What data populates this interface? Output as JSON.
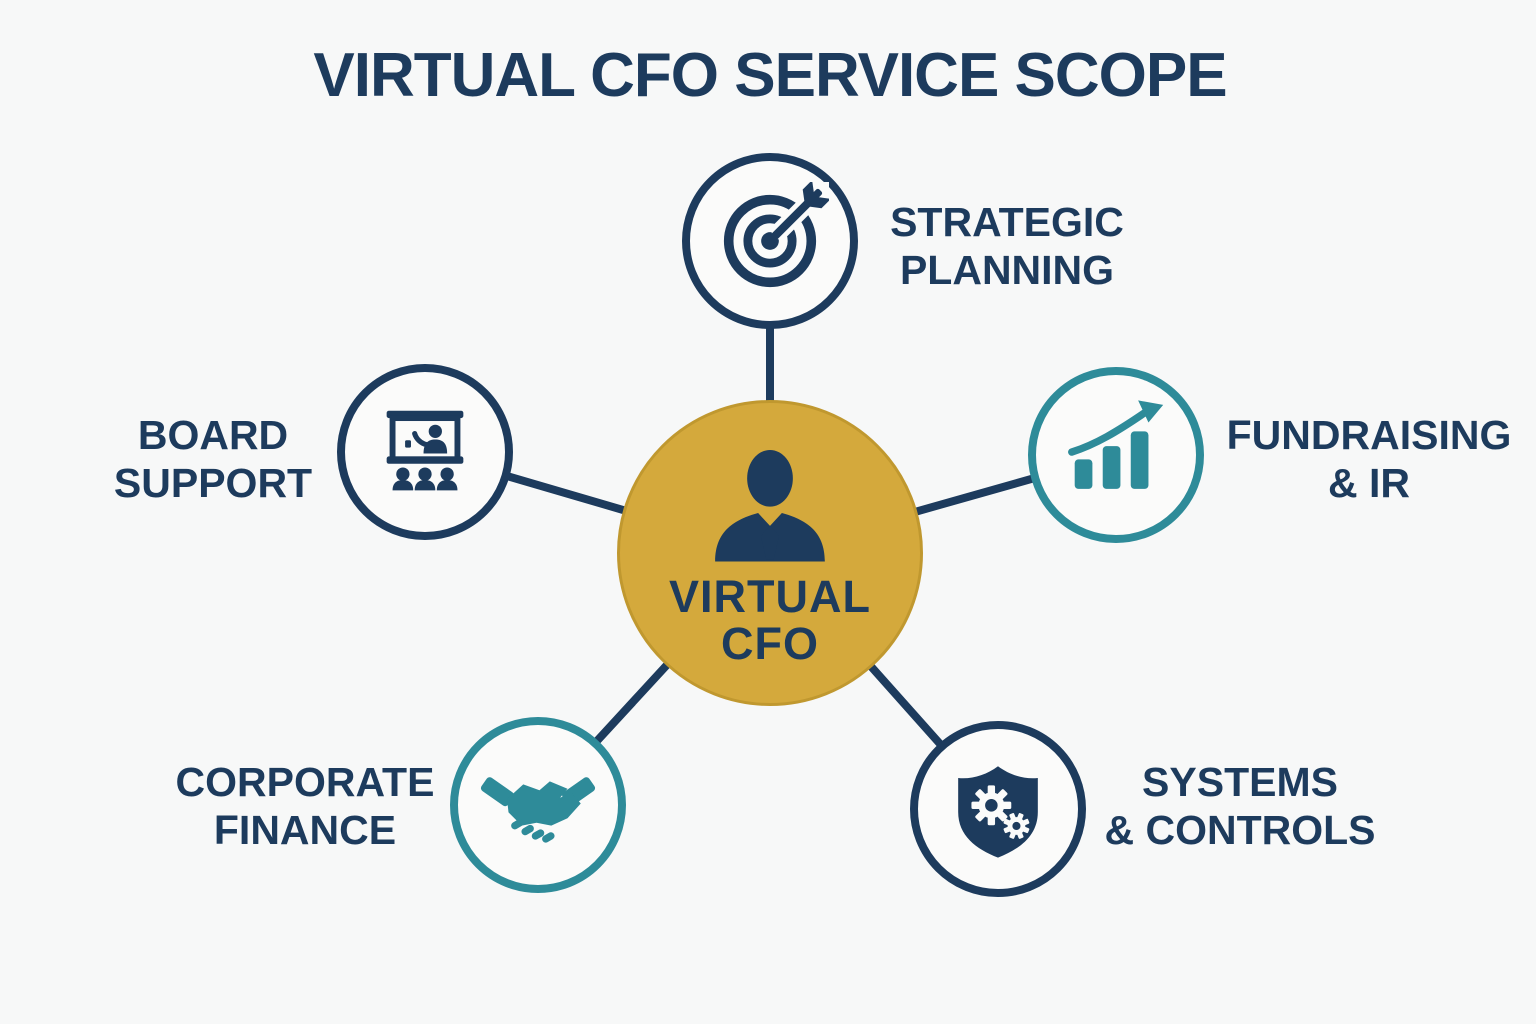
{
  "title": "VIRTUAL CFO SERVICE SCOPE",
  "hub": {
    "line1": "VIRTUAL",
    "line2": "CFO",
    "icon": "businessman-icon"
  },
  "nodes": {
    "strategic": {
      "line1": "STRATEGIC",
      "line2": "PLANNING",
      "icon": "target-dart-icon",
      "ring_color": "#1d3b5d"
    },
    "fundraising": {
      "line1": "FUNDRAISING",
      "line2": "& IR",
      "icon": "growth-chart-icon",
      "ring_color": "#2e8b99"
    },
    "systems": {
      "line1": "SYSTEMS",
      "line2": "& CONTROLS",
      "icon": "shield-gears-icon",
      "ring_color": "#1d3b5d"
    },
    "corporate": {
      "line1": "CORPORATE",
      "line2": "FINANCE",
      "icon": "handshake-icon",
      "ring_color": "#2e8b99"
    },
    "board": {
      "line1": "BOARD",
      "line2": "SUPPORT",
      "icon": "presentation-board-icon",
      "ring_color": "#1d3b5d"
    }
  },
  "colors": {
    "navy": "#1d3b5d",
    "teal": "#2e8b99",
    "gold": "#d4a93c",
    "background": "#f7f8f8",
    "node_fill": "#fbfbfa"
  }
}
